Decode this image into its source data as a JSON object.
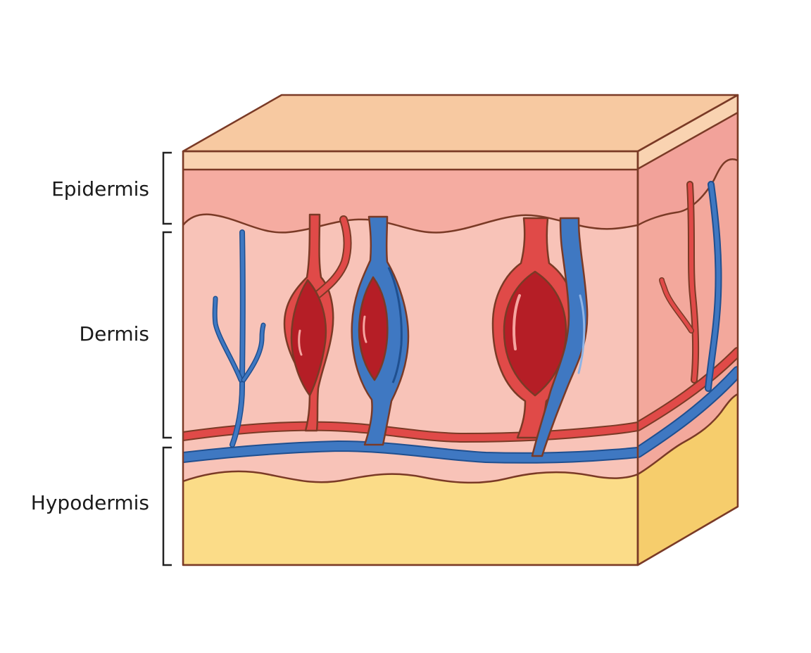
{
  "layers": {
    "epidermis": {
      "label": "Epidermis"
    },
    "dermis": {
      "label": "Dermis"
    },
    "hypodermis": {
      "label": "Hypodermis"
    }
  },
  "colors": {
    "surface_top": "#f7c9a1",
    "surface_band": "#f9d3b1",
    "epidermis": "#f5aca1",
    "dermis": "#f8c3b8",
    "dermis_side": "#f3a89c",
    "hypodermis": "#fbdc88",
    "hypodermis_side": "#f6cd6c",
    "artery": "#e04a48",
    "artery_dark": "#b51e26",
    "vein": "#3f78c2",
    "outline": "#7a3a26"
  }
}
